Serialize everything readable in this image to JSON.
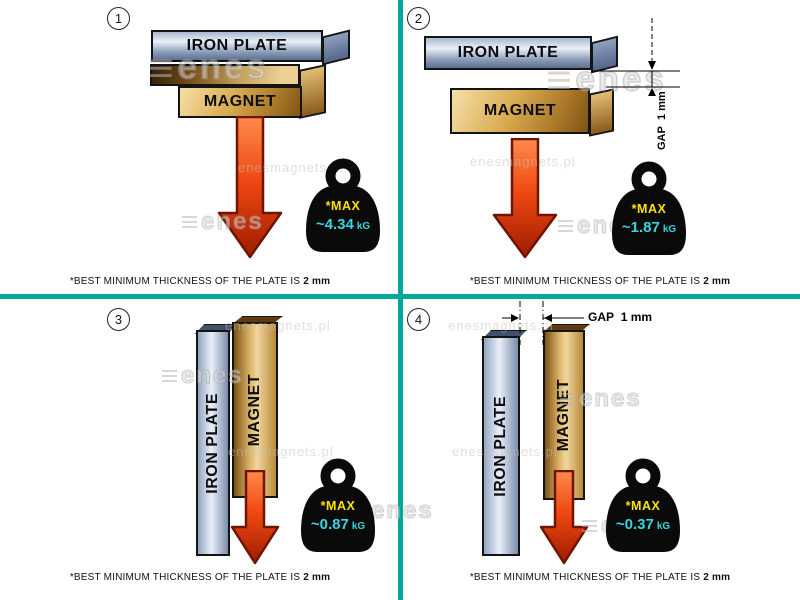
{
  "watermark": {
    "site": "enesmagnets.pl",
    "logo_text": "enes"
  },
  "labels": {
    "iron_plate": "IRON PLATE",
    "magnet": "MAGNET",
    "max": "*MAX",
    "unit": "kG",
    "gap_word": "GAP",
    "gap_value": "1 mm"
  },
  "caption": {
    "prefix": "*BEST MINIMUM THICKNESS OF THE PLATE IS",
    "bold": "2 mm"
  },
  "quadrants": [
    {
      "number": "1",
      "max_value": "~4.34"
    },
    {
      "number": "2",
      "max_value": "~1.87"
    },
    {
      "number": "3",
      "max_value": "~0.87"
    },
    {
      "number": "4",
      "max_value": "~0.37"
    }
  ],
  "colors": {
    "divider": "#00a79b",
    "arrow": "#ef4912",
    "weight": "#0a0a0a",
    "max_label": "#ffe000",
    "value_label": "#35d6e0"
  }
}
